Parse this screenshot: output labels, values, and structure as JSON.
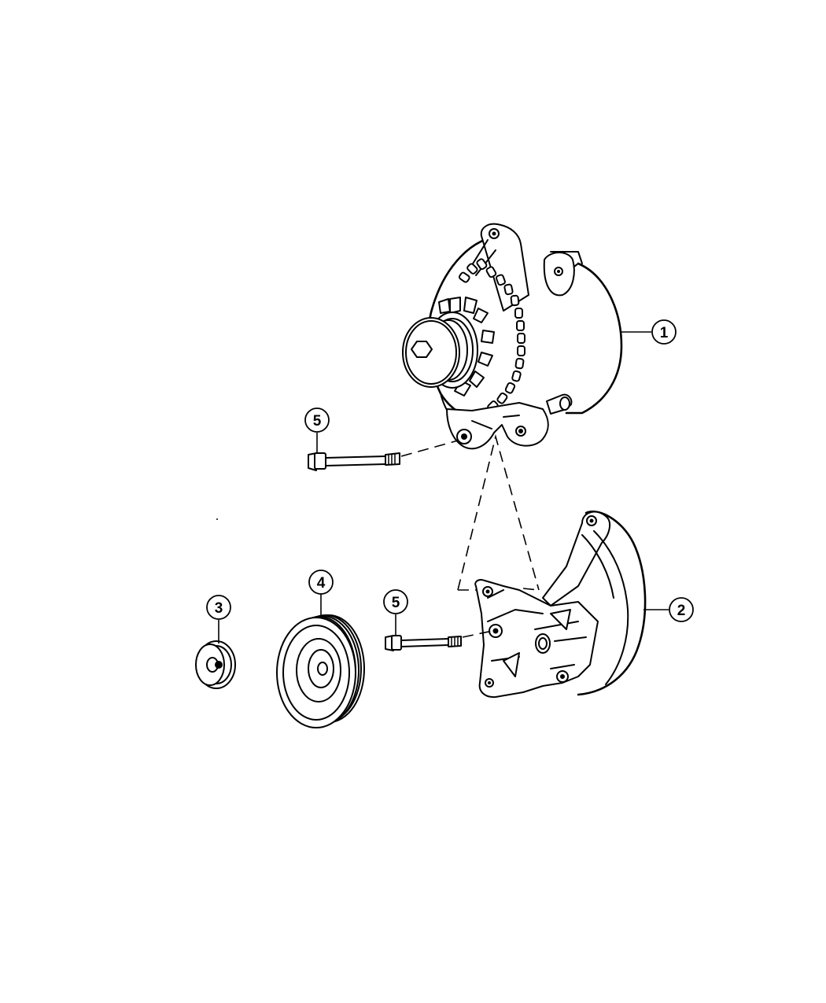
{
  "callouts": {
    "alternator": "1",
    "bracket": "2",
    "nut": "3",
    "pulley": "4",
    "bolt_upper": "5",
    "bolt_lower": "5"
  },
  "colors": {
    "line": "#000000",
    "background": "#ffffff"
  }
}
